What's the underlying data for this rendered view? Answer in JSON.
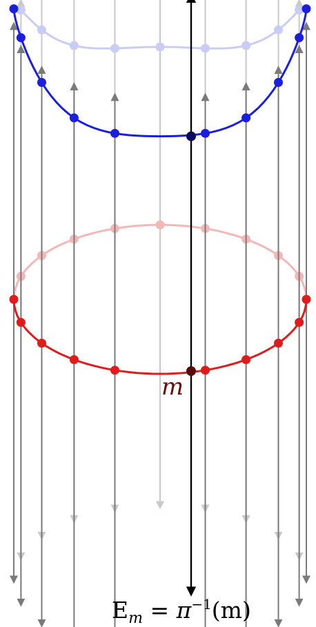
{
  "labels": {
    "point": "m",
    "fiber_E": "E",
    "fiber_sub": "m",
    "fiber_eq": " = ",
    "fiber_pi": "π",
    "fiber_sup": "−1",
    "fiber_arg": "(m)"
  },
  "colors": {
    "base_circle": "#e01b1b",
    "base_circle_back": "#f4b7b7",
    "section": "#1a1ee0",
    "section_back": "#c9cdf6",
    "point_m_dot": "#5a0a0a",
    "point_m_label": "#6a0c0c",
    "fiber_m": "#000000",
    "fiber_front": "#7a7a7a",
    "fiber_back": "#c9c9c9",
    "section_m_dot": "#0a0a5e"
  },
  "icons": {
    "fiber_arrows": "double-headed-arrow-icon"
  }
}
